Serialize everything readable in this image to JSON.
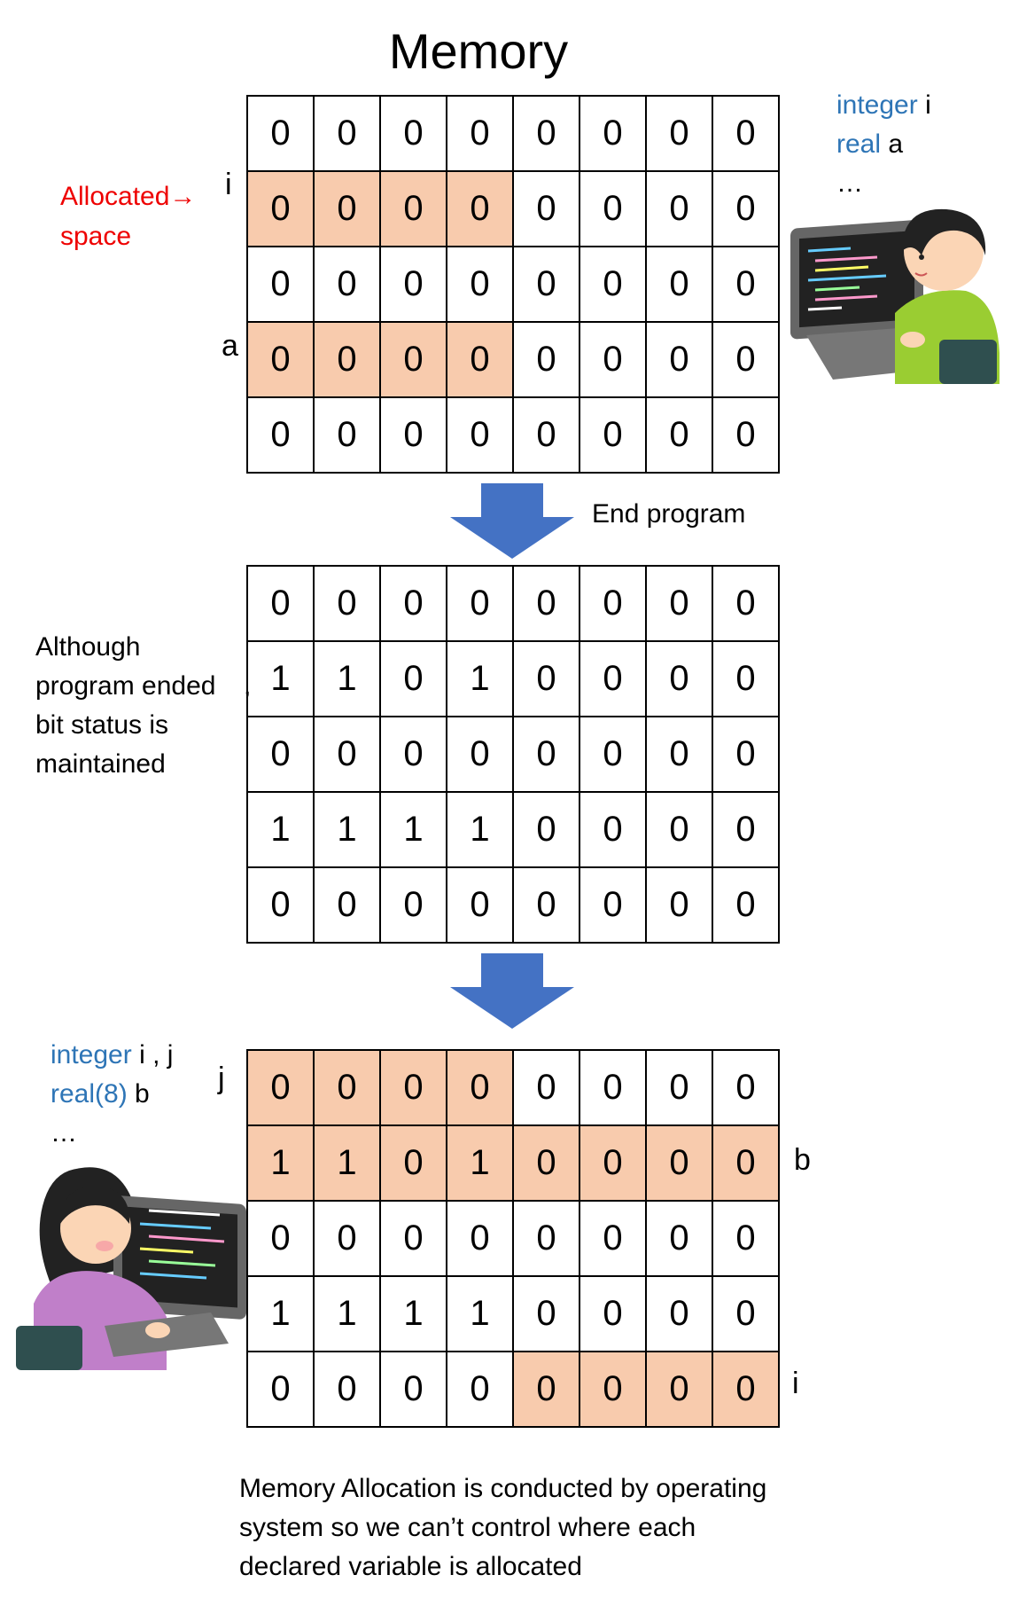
{
  "title": "Memory",
  "grid1": {
    "cells": [
      [
        "0",
        "0",
        "0",
        "0",
        "0",
        "0",
        "0",
        "0"
      ],
      [
        "0",
        "0",
        "0",
        "0",
        "0",
        "0",
        "0",
        "0"
      ],
      [
        "0",
        "0",
        "0",
        "0",
        "0",
        "0",
        "0",
        "0"
      ],
      [
        "0",
        "0",
        "0",
        "0",
        "0",
        "0",
        "0",
        "0"
      ],
      [
        "0",
        "0",
        "0",
        "0",
        "0",
        "0",
        "0",
        "0"
      ]
    ],
    "highlight": [
      [
        1,
        0
      ],
      [
        1,
        1
      ],
      [
        1,
        2
      ],
      [
        1,
        3
      ],
      [
        3,
        0
      ],
      [
        3,
        1
      ],
      [
        3,
        2
      ],
      [
        3,
        3
      ]
    ],
    "label_i": "i",
    "label_a": "a"
  },
  "allocated": {
    "line1": "Allocated→",
    "line2": "space"
  },
  "code1": {
    "kw1": "integer",
    "var1": " i",
    "kw2": "real",
    "var2": " a",
    "ellipsis": "…"
  },
  "arrow1_label": "End program",
  "grid2": {
    "cells": [
      [
        "0",
        "0",
        "0",
        "0",
        "0",
        "0",
        "0",
        "0"
      ],
      [
        "1",
        "1",
        "0",
        "1",
        "0",
        "0",
        "0",
        "0"
      ],
      [
        "0",
        "0",
        "0",
        "0",
        "0",
        "0",
        "0",
        "0"
      ],
      [
        "1",
        "1",
        "1",
        "1",
        "0",
        "0",
        "0",
        "0"
      ],
      [
        "0",
        "0",
        "0",
        "0",
        "0",
        "0",
        "0",
        "0"
      ]
    ],
    "highlight": []
  },
  "note2": {
    "line1": "Although",
    "line2": "program ended",
    "comma": ",",
    "line3": "bit status is",
    "line4": "maintained"
  },
  "code2": {
    "kw1": "integer",
    "var1": " i , j",
    "kw2": "real(8)",
    "var2": " b",
    "ellipsis": "…"
  },
  "grid3": {
    "cells": [
      [
        "0",
        "0",
        "0",
        "0",
        "0",
        "0",
        "0",
        "0"
      ],
      [
        "1",
        "1",
        "0",
        "1",
        "0",
        "0",
        "0",
        "0"
      ],
      [
        "0",
        "0",
        "0",
        "0",
        "0",
        "0",
        "0",
        "0"
      ],
      [
        "1",
        "1",
        "1",
        "1",
        "0",
        "0",
        "0",
        "0"
      ],
      [
        "0",
        "0",
        "0",
        "0",
        "0",
        "0",
        "0",
        "0"
      ]
    ],
    "highlight": [
      [
        0,
        0
      ],
      [
        0,
        1
      ],
      [
        0,
        2
      ],
      [
        0,
        3
      ],
      [
        1,
        0
      ],
      [
        1,
        1
      ],
      [
        1,
        2
      ],
      [
        1,
        3
      ],
      [
        1,
        4
      ],
      [
        1,
        5
      ],
      [
        1,
        6
      ],
      [
        1,
        7
      ],
      [
        4,
        4
      ],
      [
        4,
        5
      ],
      [
        4,
        6
      ],
      [
        4,
        7
      ]
    ],
    "label_j": "j",
    "label_b": "b",
    "label_i": "i"
  },
  "footer": {
    "line1": "Memory Allocation is conducted by operating",
    "line2": "system so we can’t  control where each",
    "line3": "declared variable is allocated"
  },
  "colors": {
    "highlight": "#f8cbad",
    "arrow": "#4472c4",
    "keyword": "#2e75b6",
    "alert": "#ee0000"
  }
}
